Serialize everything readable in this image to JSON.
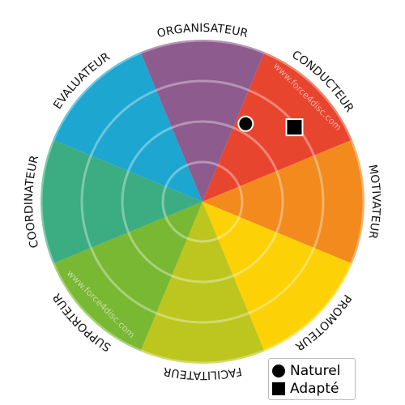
{
  "chart_data": {
    "type": "radial",
    "sectors": [
      {
        "name": "CONDUCTEUR",
        "color": "#e8452f"
      },
      {
        "name": "MOTIVATEUR",
        "color": "#f28a1e"
      },
      {
        "name": "PROMOTEUR",
        "color": "#fcd106"
      },
      {
        "name": "FACILITATEUR",
        "color": "#bcc61e"
      },
      {
        "name": "SUPPORTEUR",
        "color": "#79b833"
      },
      {
        "name": "COORDINATEUR",
        "color": "#3cac82"
      },
      {
        "name": "EVALUATEUR",
        "color": "#1da6cf"
      },
      {
        "name": "ORGANISATEUR",
        "color": "#8e5b8e"
      }
    ],
    "points": [
      {
        "series": "Naturel",
        "marker": "circle",
        "angle_deg": 29,
        "radius": 0.55
      },
      {
        "series": "Adapté",
        "marker": "square",
        "angle_deg": 51,
        "radius": 0.73
      }
    ],
    "ring_count": 4
  },
  "legend": {
    "items": [
      {
        "label": "Naturel",
        "marker": "circle"
      },
      {
        "label": "Adapté",
        "marker": "square"
      }
    ]
  },
  "watermarks": [
    "www.force4disc.com",
    "www.force4disc.com"
  ]
}
